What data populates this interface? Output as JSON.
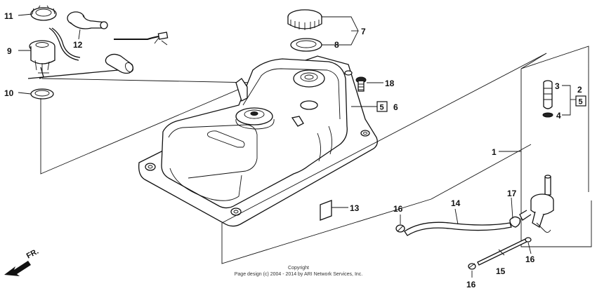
{
  "callouts": {
    "c1": "1",
    "c2": "2",
    "c3": "3",
    "c4": "4",
    "c5": "5",
    "c6": "6",
    "c7": "7",
    "c8": "8",
    "c9": "9",
    "c10": "10",
    "c11": "11",
    "c12": "12",
    "c13": "13",
    "c14": "14",
    "c15": "15",
    "c16a": "16",
    "c16b": "16",
    "c16c": "16",
    "c17": "17",
    "c18": "18"
  },
  "boxed_refs": {
    "b5a": "5",
    "b5b": "5"
  },
  "direction_label": "FR.",
  "copyright": {
    "line1": "Copyright",
    "line2": "Page design (c) 2004 - 2014 by ARI Network Services, Inc."
  }
}
